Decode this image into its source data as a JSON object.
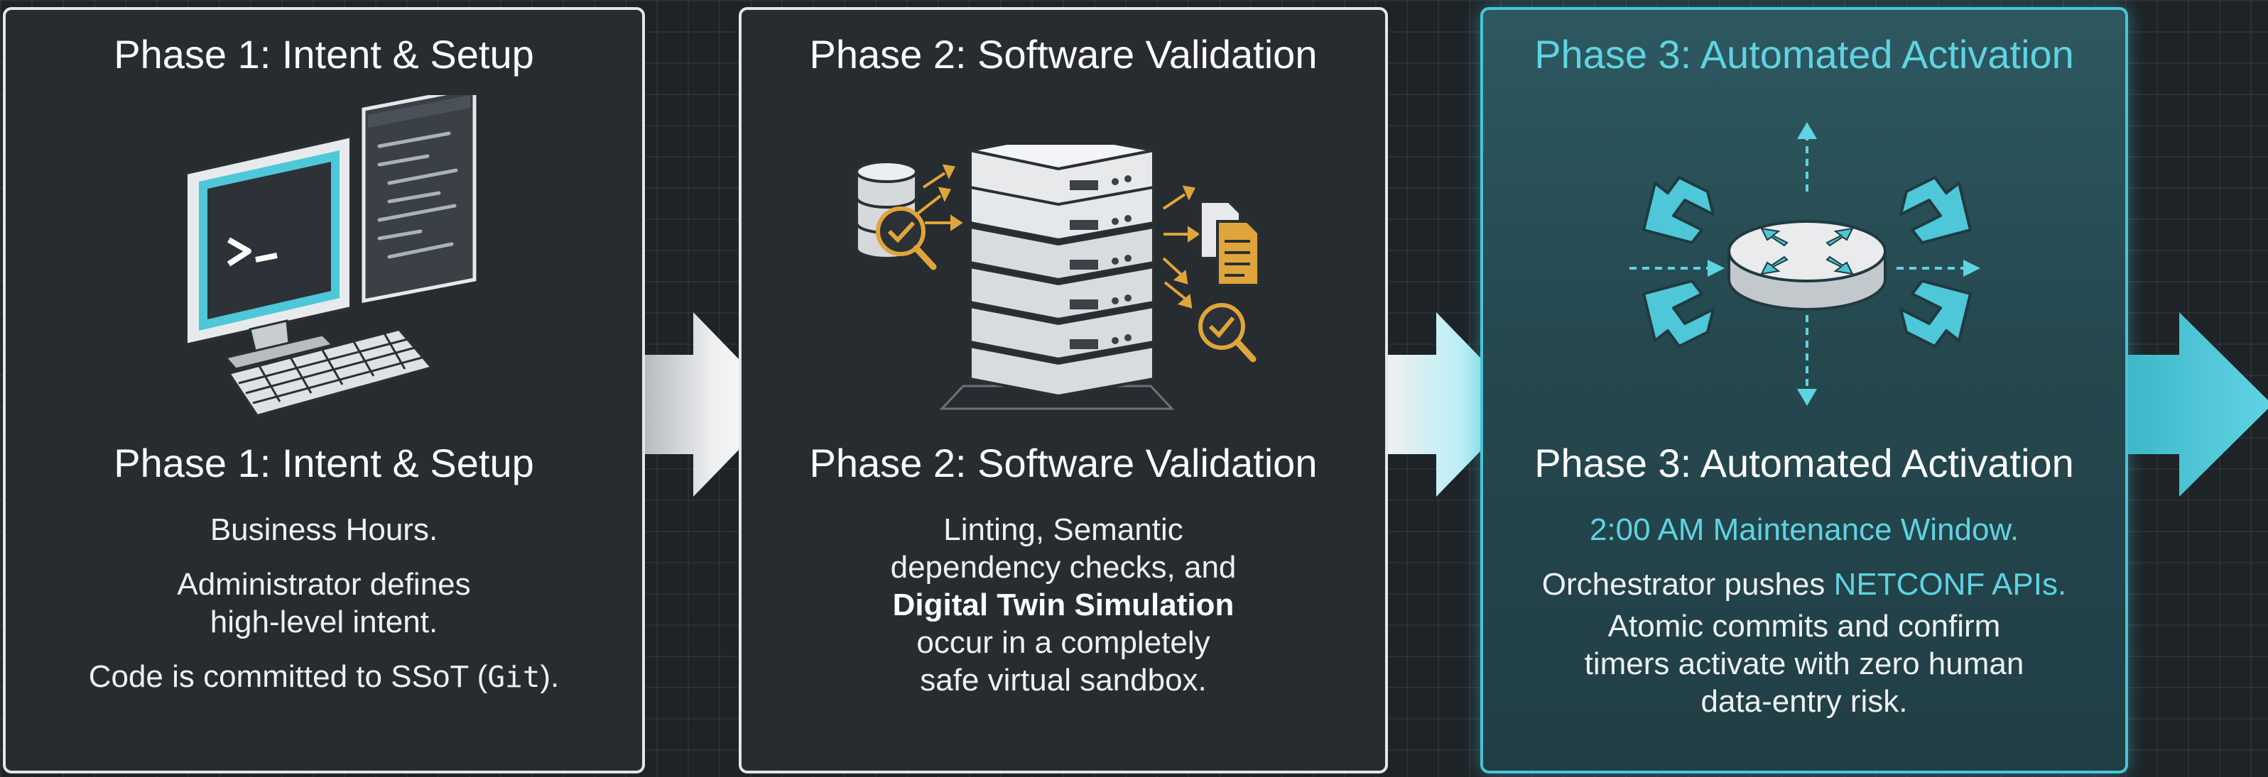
{
  "phases": [
    {
      "header": "Phase 1: Intent & Setup",
      "subtitle": "Phase 1: Intent & Setup",
      "line1": "Business Hours.",
      "line2a": "Administrator defines",
      "line2b": "high-level intent.",
      "line3_prefix": "Code is committed to SSoT (",
      "line3_code": "Git",
      "line3_suffix": ").",
      "icons": [
        "computer-icon",
        "terminal-icon",
        "code-window-icon",
        "keyboard-icon"
      ]
    },
    {
      "header": "Phase 2: Software Validation",
      "subtitle": "Phase 2: Software Validation",
      "line1": "Linting, Semantic",
      "line2": "dependency checks, and",
      "line3": "Digital Twin Simulation",
      "line4": "occur in a completely",
      "line5": "safe virtual sandbox.",
      "icons": [
        "server-stack-icon",
        "database-icon",
        "magnifier-check-icon",
        "document-icon"
      ]
    },
    {
      "header": "Phase 3: Automated Activation",
      "subtitle": "Phase 3: Automated Activation",
      "line1": "2:00 AM Maintenance Window.",
      "line2_prefix": "Orchestrator pushes ",
      "line2_highlight": "NETCONF APIs.",
      "line3": "Atomic commits and confirm",
      "line4": "timers activate with zero human",
      "line5": "data-entry risk.",
      "icons": [
        "router-icon",
        "broadcast-arrows-icon"
      ]
    }
  ],
  "colors": {
    "background": "#1e2327",
    "panel": "#272c31",
    "panel_border": "#e3e6e8",
    "accent": "#49c4d6",
    "accent_text": "#5fd3e2",
    "check_gold": "#e0a53a"
  },
  "flow_arrows": [
    "arrow-right-icon",
    "arrow-right-icon",
    "arrow-right-icon"
  ]
}
